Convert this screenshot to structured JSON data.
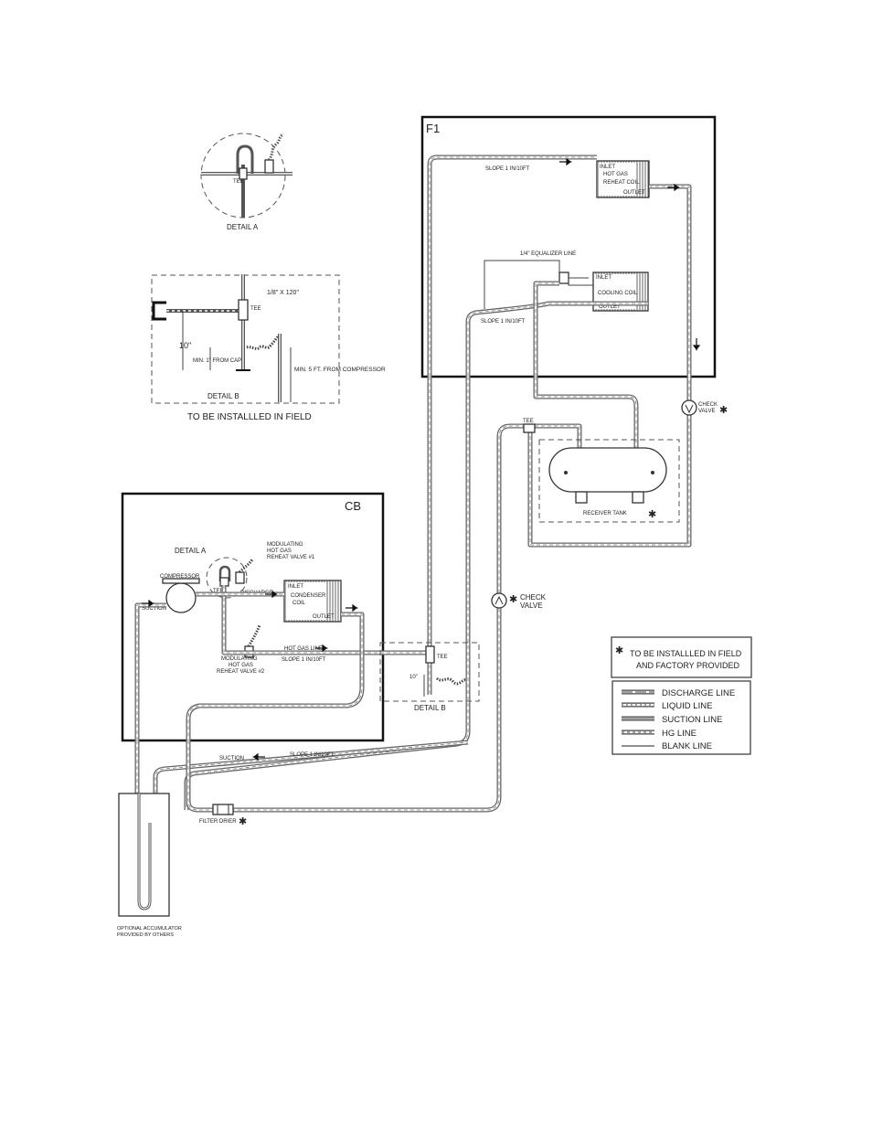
{
  "detail_a": {
    "title": "DETAIL A",
    "tee": "TEE"
  },
  "detail_b": {
    "title": "DETAIL B",
    "tee": "TEE",
    "coil_spec": "1/8\" X 120\"",
    "dim_10": "10\"",
    "min_cap": "MIN. 1\" FROM CAP",
    "min_comp": "MIN. 5 FT. FROM COMPRESSOR",
    "caption": "TO BE INSTALLLED IN FIELD"
  },
  "f1": {
    "title": "F1",
    "slope_top": "SLOPE 1 IN/10FT",
    "slope_mid": "SLOPE 1 IN/10FT",
    "equalizer": "1/4\" EQUALIZER LINE",
    "reheat_coil": {
      "inlet": "INLET",
      "line1": "HOT GAS",
      "line2": "REHEAT COIL",
      "outlet": "OUTLET"
    },
    "cooling_coil": {
      "inlet": "INLET",
      "name": "COOLING COIL",
      "outlet": "OUTLET"
    }
  },
  "cb": {
    "title": "CB",
    "detail_a_ref": "DETAIL A",
    "compressor": "COMPRESSOR",
    "tee": "TEE",
    "suction": "SUCTION",
    "discharge": "DISCHARGE",
    "valve1": [
      "MODULATING",
      "HOT GAS",
      "REHEAT VALVE #1"
    ],
    "valve2": [
      "MODULATING",
      "HOT GAS",
      "REHEAT VALVE #2"
    ],
    "condenser": {
      "inlet": "INLET",
      "line1": "CONDENSER",
      "line2": "COIL",
      "outlet": "OUTLET"
    },
    "hot_gas_line": "HOT GAS  LINE",
    "slope": "SLOPE 1 IN/10FT"
  },
  "field": {
    "detail_b_ref": "DETAIL B",
    "tee_b": "TEE",
    "dim_10b": "10\"",
    "tee_top": "TEE",
    "receiver": "RECEIVER TANK",
    "check_valve_1": [
      "CHECK",
      "VALVE"
    ],
    "check_valve_2": [
      "CHECK",
      "VALVE"
    ],
    "suction_bottom": "SUCTION",
    "slope_bottom": "SLOPE 1 IN/10FT",
    "filter_drier": "FILTER DRIER",
    "accumulator": [
      "OPTIONAL ACCUMULATOR",
      "PROVIDED BY OTHERS"
    ],
    "star": "✱"
  },
  "legend": {
    "note_star": "✱",
    "note_line1": "TO BE INSTALLLED IN FIELD",
    "note_line2": "AND FACTORY PROVIDED",
    "items": [
      "DISCHARGE LINE",
      "LIQUID LINE",
      "SUCTION LINE",
      "HG LINE",
      "BLANK LINE"
    ]
  }
}
